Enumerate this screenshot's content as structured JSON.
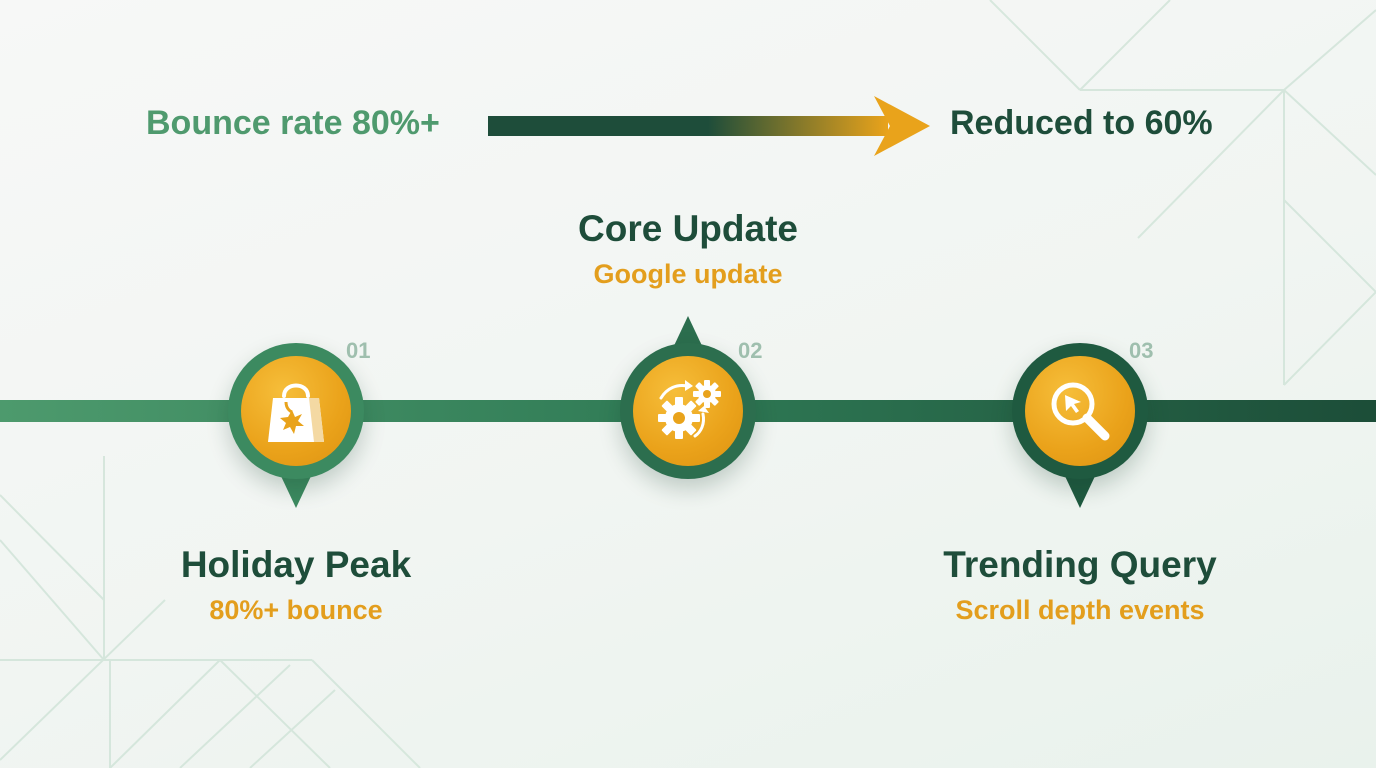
{
  "header": {
    "from_label": "Bounce rate 80%+",
    "to_label": "Reduced to 60%"
  },
  "milestones": [
    {
      "number": "01",
      "title": "Holiday Peak",
      "subtitle": "80%+ bounce",
      "icon": "shopping-bag-icon"
    },
    {
      "number": "02",
      "title": "Core Update",
      "subtitle": "Google update",
      "icon": "gears-icon"
    },
    {
      "number": "03",
      "title": "Trending Query",
      "subtitle": "Scroll depth events",
      "icon": "magnifier-cursor-icon"
    }
  ],
  "colors": {
    "dark_green": "#1e4d3a",
    "mid_green": "#4f9a6e",
    "gold": "#e9a31b",
    "number_gray": "#9fbfae"
  }
}
